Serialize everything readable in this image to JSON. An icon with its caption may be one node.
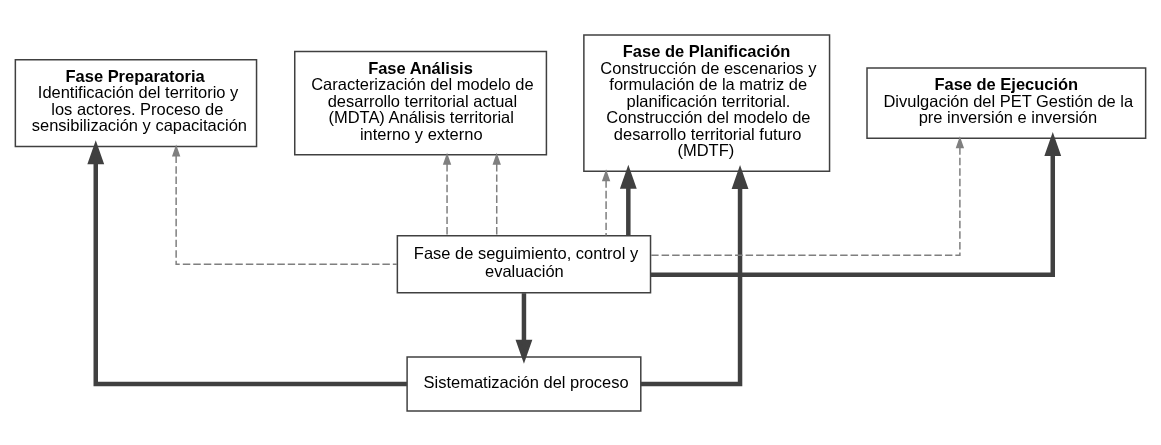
{
  "diagram": {
    "nodes": [
      {
        "text": [
          "Fase Preparatoria",
          "Identificación del territorio y los actores. Proceso de sensibilización y capacitación"
        ]
      },
      {
        "text": [
          "Fase Análisis",
          "Caracterización del modelo de desarrollo territorial actual (MDTA) Análisis territorial interno y externo"
        ]
      },
      {
        "text": [
          "Fase de Planificación",
          "Construcción de escenarios y formulación de la matriz de planificación territorial. Construcción del modelo de desarrollo territorial futuro (MDTF)"
        ]
      },
      {
        "text": [
          "Fase de Ejecución",
          "Divulgación del PET Gestión de la pre inversión e inversión"
        ]
      },
      {
        "text": [
          "Fase de seguimiento, control y evaluación"
        ]
      },
      {
        "text": [
          "Sistematización del proceso"
        ]
      }
    ],
    "edges": [
      {
        "from": 4,
        "to": 0,
        "arrow": "to",
        "style": "dashed",
        "color": "#7f7f7f"
      },
      {
        "from": 4,
        "to": 1,
        "arrow": "to",
        "style": "dashed",
        "color": "#7f7f7f"
      },
      {
        "from": 4,
        "to": 1,
        "arrow": "to",
        "style": "dashed",
        "color": "#7f7f7f"
      },
      {
        "from": 4,
        "to": 2,
        "arrow": "to",
        "style": "dashed",
        "color": "#7f7f7f"
      },
      {
        "from": 4,
        "to": 3,
        "arrow": "to",
        "style": "dashed",
        "color": "#7f7f7f"
      },
      {
        "from": 4,
        "to": 5,
        "arrow": "to",
        "style": "thick"
      },
      {
        "from": 5,
        "to": 0,
        "arrow": "to",
        "style": "thick"
      },
      {
        "from": 5,
        "to": 2,
        "arrow": "to",
        "style": "thick"
      },
      {
        "from": 4,
        "to": 2,
        "arrow": "to",
        "style": "thick"
      },
      {
        "from": 4,
        "to": 3,
        "arrow": "to",
        "style": "thick"
      }
    ]
  }
}
